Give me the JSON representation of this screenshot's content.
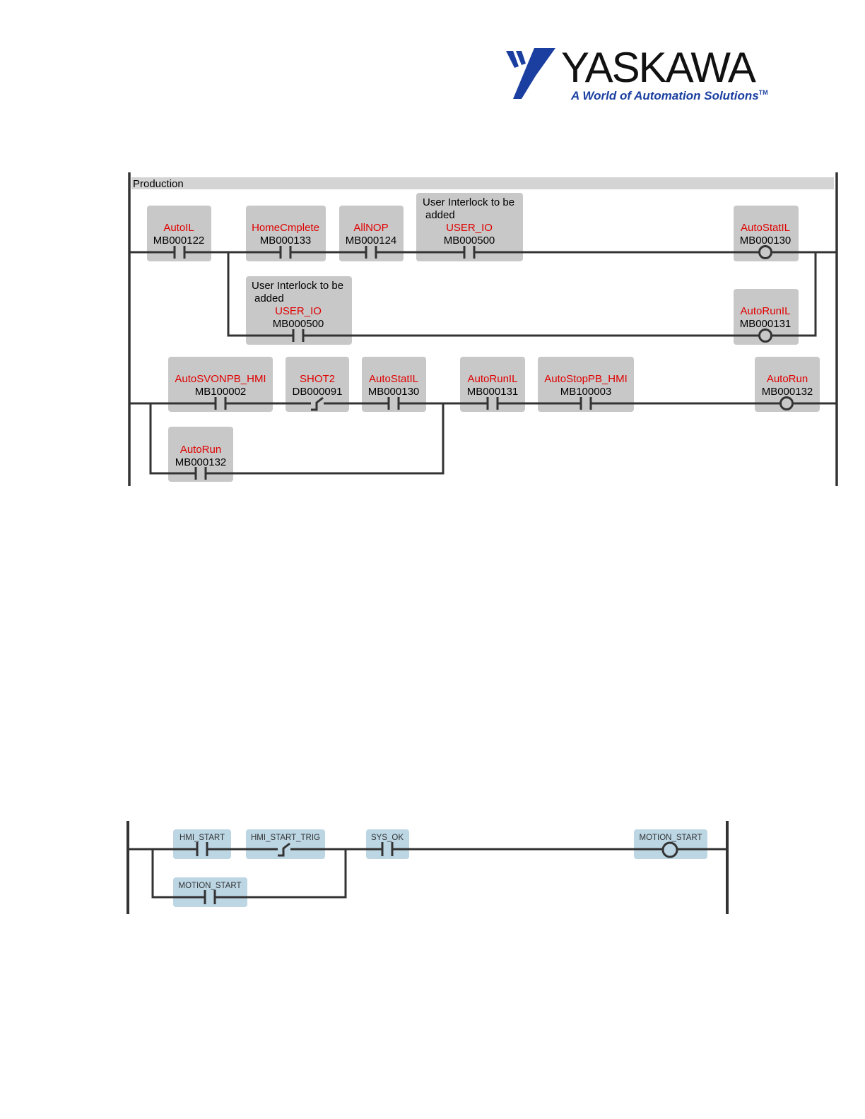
{
  "logo": {
    "word": "YASKAWA",
    "tagline": "A World of Automation Solutions",
    "tm": "TM",
    "color": "#1a3fa0"
  },
  "diagram1": {
    "title": "Production",
    "rung1": {
      "c1": {
        "name": "AutoIL",
        "addr": "MB000122"
      },
      "c2": {
        "name": "HomeCmplete",
        "addr": "MB000133"
      },
      "c3": {
        "name": "AllNOP",
        "addr": "MB000124"
      },
      "c4": {
        "note1": "User Interlock to be",
        "note2": "added",
        "name": "USER_IO",
        "addr": "MB000500"
      },
      "coil": {
        "name": "AutoStatIL",
        "addr": "MB000130"
      },
      "branch_contact": {
        "note1": "User Interlock to be",
        "note2": "added",
        "name": "USER_IO",
        "addr": "MB000500"
      },
      "branch_coil": {
        "name": "AutoRunIL",
        "addr": "MB000131"
      }
    },
    "rung2": {
      "c1": {
        "name": "AutoSVONPB_HMI",
        "addr": "MB100002"
      },
      "c2": {
        "name": "SHOT2",
        "addr": "DB000091"
      },
      "c3": {
        "name": "AutoStatIL",
        "addr": "MB000130"
      },
      "c4": {
        "name": "AutoRunIL",
        "addr": "MB000131"
      },
      "c5": {
        "name": "AutoStopPB_HMI",
        "addr": "MB100003"
      },
      "coil": {
        "name": "AutoRun",
        "addr": "MB000132"
      },
      "branch_contact": {
        "name": "AutoRun",
        "addr": "MB000132"
      }
    }
  },
  "diagram2": {
    "c1": "HMI_START",
    "c2": "HMI_START_TRIG",
    "c3": "SYS_OK",
    "coil": "MOTION_START",
    "branch_contact": "MOTION_START"
  }
}
